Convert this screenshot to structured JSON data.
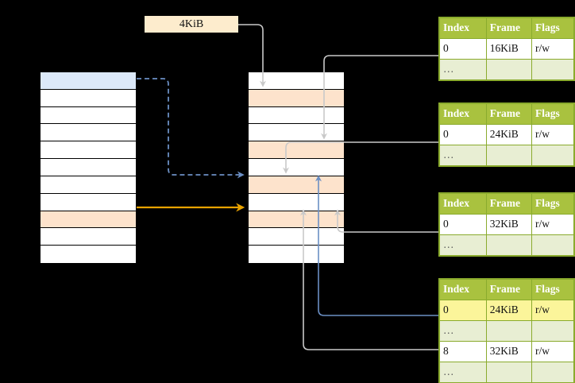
{
  "diagram": {
    "title": "page-table-walk-diagram",
    "size_label": {
      "text": "4KiB"
    },
    "colors": {
      "header_green": "#a9c23f",
      "row_dim_green": "#e8eed3",
      "highlight_yellow": "#fbf59a",
      "peach": "#fde3cc",
      "blue": "#dce9f9",
      "orange_arrow": "#e8a200",
      "blue_arrow": "#6b8fc4",
      "gray_arrow": "#c8c8c8"
    },
    "left_column": {
      "name": "virtual-address-space",
      "row_count": 11,
      "rows": [
        {
          "fill": "blue",
          "label": ""
        },
        {
          "fill": "white",
          "label": ""
        },
        {
          "fill": "white",
          "label": ""
        },
        {
          "fill": "white",
          "label": ""
        },
        {
          "fill": "white",
          "label": ""
        },
        {
          "fill": "white",
          "label": ""
        },
        {
          "fill": "white",
          "label": ""
        },
        {
          "fill": "white",
          "label": ""
        },
        {
          "fill": "peach",
          "label": ""
        },
        {
          "fill": "white",
          "label": ""
        },
        {
          "fill": "white",
          "label": ""
        }
      ]
    },
    "middle_column": {
      "name": "physical-memory",
      "row_count": 11,
      "rows": [
        {
          "fill": "white",
          "label": ""
        },
        {
          "fill": "peach",
          "label": ""
        },
        {
          "fill": "white",
          "label": ""
        },
        {
          "fill": "white",
          "label": ""
        },
        {
          "fill": "peach",
          "label": ""
        },
        {
          "fill": "white",
          "label": ""
        },
        {
          "fill": "peach",
          "label": ""
        },
        {
          "fill": "white",
          "label": ""
        },
        {
          "fill": "peach",
          "label": ""
        },
        {
          "fill": "white",
          "label": ""
        },
        {
          "fill": "white",
          "label": ""
        }
      ]
    },
    "page_tables": [
      {
        "name": "page-table-level-1",
        "headers": [
          "Index",
          "Frame",
          "Flags"
        ],
        "rows": [
          {
            "cells": [
              "0",
              "16KiB",
              "r/w"
            ],
            "style": "normal"
          },
          {
            "cells": [
              "…",
              "",
              ""
            ],
            "style": "dim"
          }
        ]
      },
      {
        "name": "page-table-level-2",
        "headers": [
          "Index",
          "Frame",
          "Flags"
        ],
        "rows": [
          {
            "cells": [
              "0",
              "24KiB",
              "r/w"
            ],
            "style": "normal"
          },
          {
            "cells": [
              "…",
              "",
              ""
            ],
            "style": "dim"
          }
        ]
      },
      {
        "name": "page-table-level-3",
        "headers": [
          "Index",
          "Frame",
          "Flags"
        ],
        "rows": [
          {
            "cells": [
              "0",
              "32KiB",
              "r/w"
            ],
            "style": "normal"
          },
          {
            "cells": [
              "…",
              "",
              ""
            ],
            "style": "dim"
          }
        ]
      },
      {
        "name": "page-table-level-4",
        "headers": [
          "Index",
          "Frame",
          "Flags"
        ],
        "rows": [
          {
            "cells": [
              "0",
              "24KiB",
              "r/w"
            ],
            "style": "highlight"
          },
          {
            "cells": [
              "…",
              "",
              ""
            ],
            "style": "dim"
          },
          {
            "cells": [
              "8",
              "32KiB",
              "r/w"
            ],
            "style": "normal"
          },
          {
            "cells": [
              "…",
              "",
              ""
            ],
            "style": "dim"
          }
        ]
      }
    ]
  }
}
